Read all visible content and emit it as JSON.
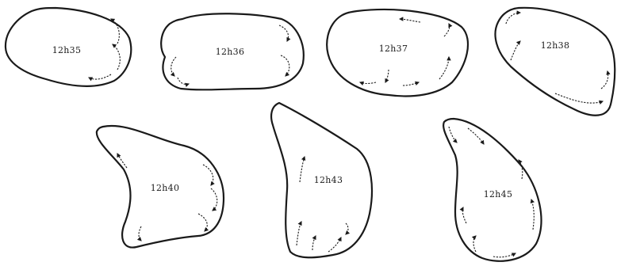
{
  "figure": {
    "panels": [
      {
        "time": "12h35"
      },
      {
        "time": "12h36"
      },
      {
        "time": "12h37"
      },
      {
        "time": "12h38"
      },
      {
        "time": "12h40"
      },
      {
        "time": "12h43"
      },
      {
        "time": "12h45"
      }
    ]
  }
}
